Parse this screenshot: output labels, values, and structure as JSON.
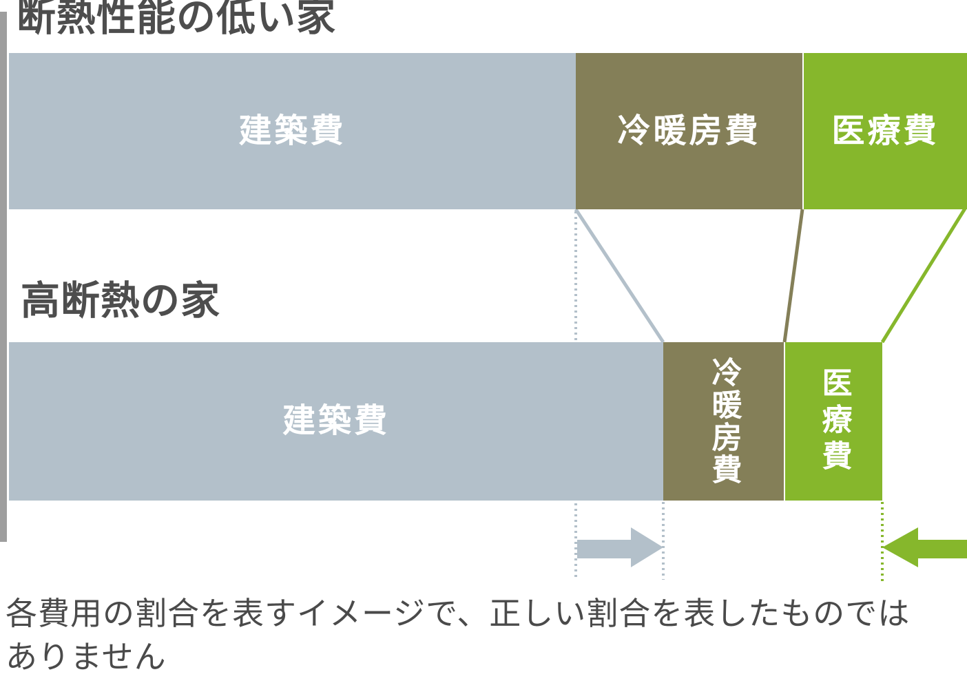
{
  "diagram": {
    "caption_line1": "各費用の割合を表すイメージで、正しい割合を表したものでは",
    "caption_line2": "ありません"
  },
  "colors": {
    "construction": "#b3c0ca",
    "heating_cooling": "#847f58",
    "medical": "#86b72c",
    "accent_stripe": "#9e9e9e",
    "title_text": "#4d4d4d",
    "bar_label_text": "#ffffff"
  },
  "low_house": {
    "title": "断熱性能の低い家",
    "construction_label": "建築費",
    "heating_label": "冷暖房費",
    "medical_label": "医療費"
  },
  "high_house": {
    "title": "高断熱の家",
    "construction_label": "建築費",
    "heating_label": "冷暖房費",
    "medical_label": "医療費"
  },
  "icons": {
    "construction_increase_arrow": "right-arrow",
    "total_decrease_arrow": "left-arrow"
  },
  "chart_data": {
    "type": "bar",
    "orientation": "horizontal-stacked",
    "title": "",
    "categories": [
      "断熱性能の低い家",
      "高断熱の家"
    ],
    "series": [
      {
        "name": "建築費",
        "color": "#b3c0ca",
        "values_pct_of_full_width": [
          59.2,
          68.3
        ]
      },
      {
        "name": "冷暖房費",
        "color": "#847f58",
        "values_pct_of_full_width": [
          23.7,
          12.6
        ]
      },
      {
        "name": "医療費",
        "color": "#86b72c",
        "values_pct_of_full_width": [
          17.1,
          10.1
        ]
      }
    ],
    "bar_total_width_pct": [
      100,
      91.2
    ],
    "legend_position": "none",
    "grid": false,
    "annotations": [
      "建築費の境界は右へ移動（グレー右向き矢印）",
      "合計費用の右端は左へ移動（緑 左向き矢印）",
      "各費用の割合を表すイメージで、正しい割合を表したものではありません"
    ]
  }
}
